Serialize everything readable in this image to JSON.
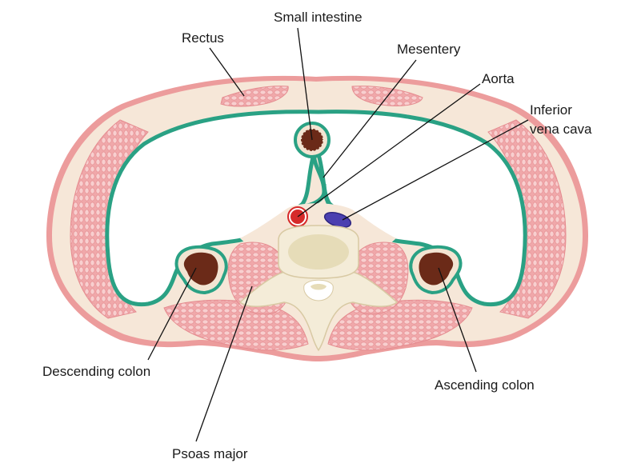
{
  "colors": {
    "skin": "#e89a9a",
    "fat": "#f5e6d6",
    "muscle": "#f0a8aa",
    "muscle_cell": "#f7c9c9",
    "peritoneum": "#2aa184",
    "bone": "#f4ecd8",
    "vertebral_body": "#e6dcb8",
    "colon": "#6b2a18",
    "aorta": "#d62a2a",
    "vena_cava": "#4b3fb0"
  },
  "labels": {
    "small_intestine": "Small intestine",
    "rectus": "Rectus",
    "mesentery": "Mesentery",
    "aorta": "Aorta",
    "inferior_vena_cava_line1": "Inferior",
    "inferior_vena_cava_line2": "vena cava",
    "descending_colon": "Descending colon",
    "ascending_colon": "Ascending colon",
    "psoas_major": "Psoas major"
  }
}
